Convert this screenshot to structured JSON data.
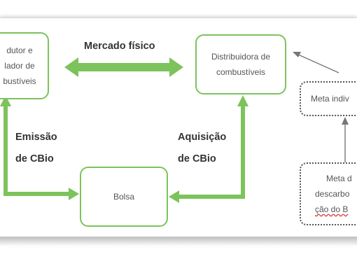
{
  "nodes": {
    "producer": {
      "lines": [
        "dutor e",
        "lador de",
        "bustíveis"
      ]
    },
    "distributor": {
      "lines": [
        "Distribuidora de",
        "combustíveis"
      ]
    },
    "exchange": {
      "label": "Bolsa"
    },
    "individual_target": {
      "label": "Meta indiv"
    },
    "decarbonization_target": {
      "lines": [
        "Meta d",
        "descarbo",
        "ção do B"
      ]
    }
  },
  "edges": {
    "physical_market": "Mercado físico",
    "cbio_issuance": [
      "Emissão",
      "de CBio"
    ],
    "cbio_acquisition": [
      "Aquisição",
      "de CBio"
    ]
  },
  "colors": {
    "arrow_green": "#7cc35b",
    "box_border": "#7cc35b",
    "dotted_border": "#555555",
    "text": "#555555"
  }
}
